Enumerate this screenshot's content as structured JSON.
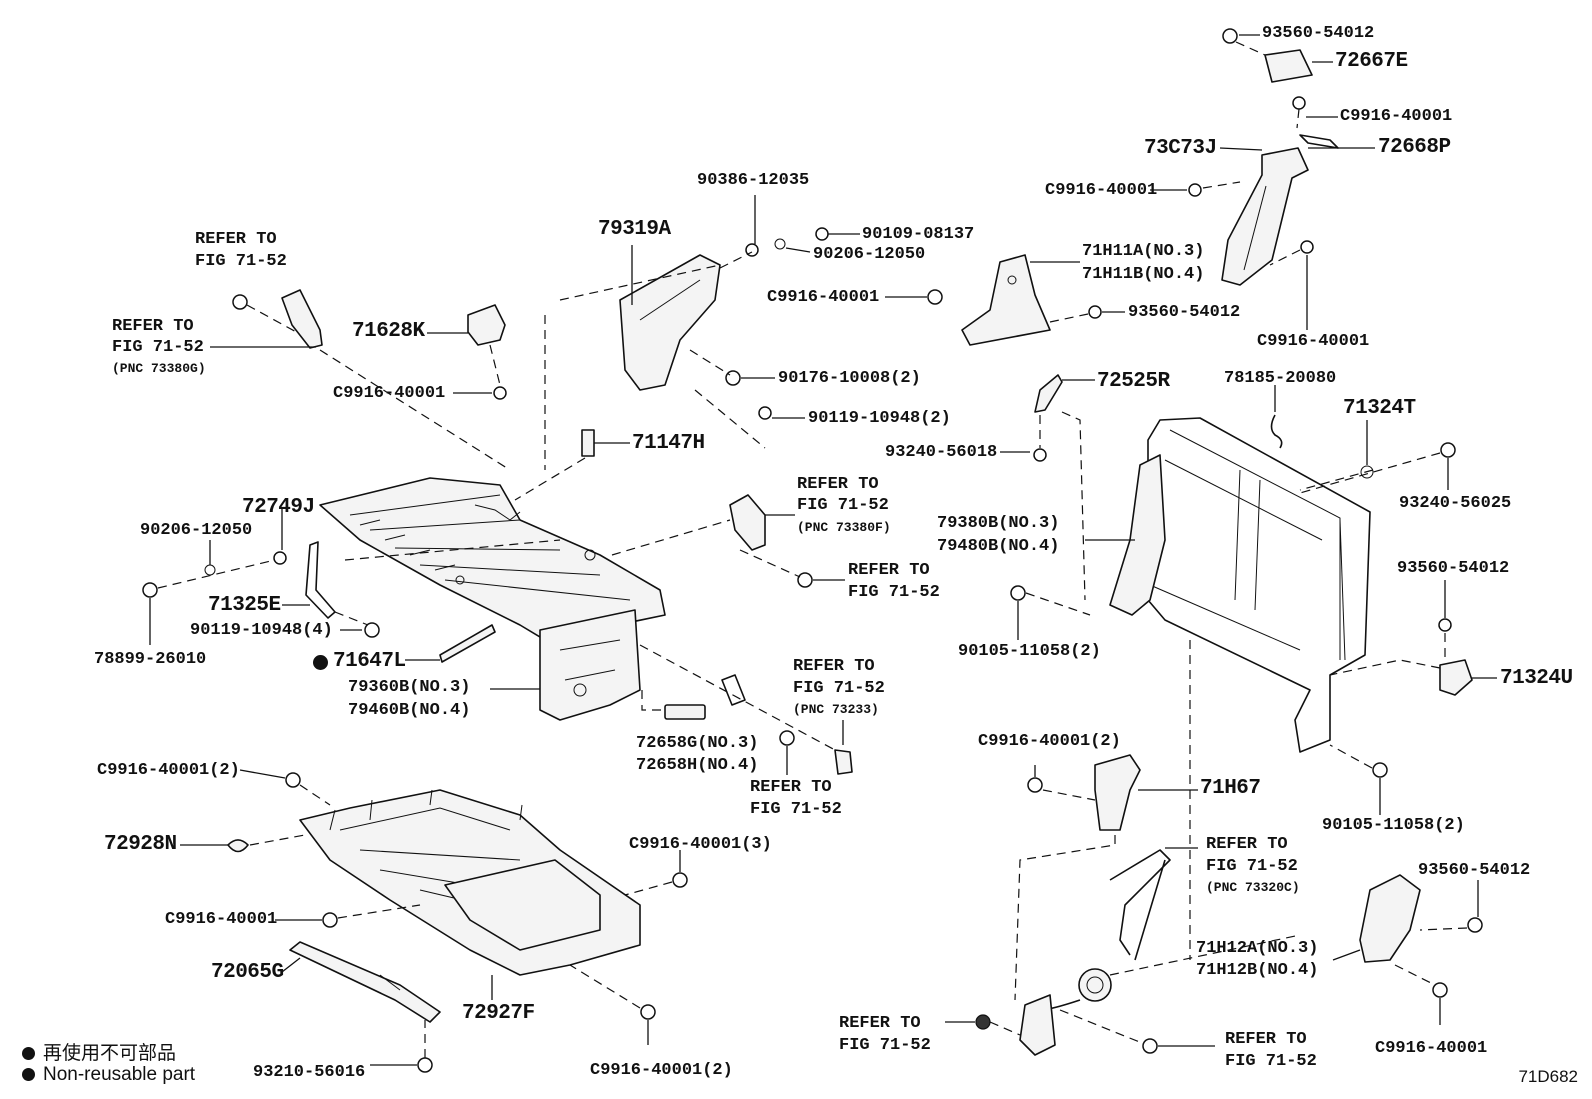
{
  "diagram": {
    "figure_code": "71D682",
    "legend": {
      "line1": "再使用不可部品",
      "line2": "Non-reusable part"
    },
    "parts": [
      {
        "id": "93560-54012-top",
        "text": "93560-54012"
      },
      {
        "id": "72667E",
        "text": "72667E"
      },
      {
        "id": "C9916-40001-a",
        "text": "C9916-40001"
      },
      {
        "id": "73C73J",
        "text": "73C73J"
      },
      {
        "id": "72668P",
        "text": "72668P"
      },
      {
        "id": "C9916-40001-b",
        "text": "C9916-40001"
      },
      {
        "id": "90386-12035",
        "text": "90386-12035"
      },
      {
        "id": "79319A",
        "text": "79319A"
      },
      {
        "id": "90109-08137",
        "text": "90109-08137"
      },
      {
        "id": "90206-12050-a",
        "text": "90206-12050"
      },
      {
        "id": "71H11A",
        "text": "71H11A(NO.3)"
      },
      {
        "id": "71H11B",
        "text": "71H11B(NO.4)"
      },
      {
        "id": "C9916-40001-c",
        "text": "C9916-40001"
      },
      {
        "id": "93560-54012-b",
        "text": "93560-54012"
      },
      {
        "id": "C9916-40001-d",
        "text": "C9916-40001"
      },
      {
        "id": "refer1",
        "text": "REFER TO"
      },
      {
        "id": "refer1b",
        "text": "FIG 71-52"
      },
      {
        "id": "refer2",
        "text": "REFER TO"
      },
      {
        "id": "refer2b",
        "text": "FIG 71-52"
      },
      {
        "id": "pnc73380g",
        "text": "(PNC 73380G)"
      },
      {
        "id": "71628K",
        "text": "71628K"
      },
      {
        "id": "C9916-40001-e",
        "text": "C9916-40001"
      },
      {
        "id": "90176-10008",
        "text": "90176-10008(2)"
      },
      {
        "id": "90119-10948-a",
        "text": "90119-10948(2)"
      },
      {
        "id": "72525R",
        "text": "72525R"
      },
      {
        "id": "78185-20080",
        "text": "78185-20080"
      },
      {
        "id": "71324T",
        "text": "71324T"
      },
      {
        "id": "93240-56018",
        "text": "93240-56018"
      },
      {
        "id": "71147H",
        "text": "71147H"
      },
      {
        "id": "93240-56025",
        "text": "93240-56025"
      },
      {
        "id": "72749J",
        "text": "72749J"
      },
      {
        "id": "90206-12050-b",
        "text": "90206-12050"
      },
      {
        "id": "refer3",
        "text": "REFER TO"
      },
      {
        "id": "refer3b",
        "text": "FIG 71-52"
      },
      {
        "id": "pnc73380f",
        "text": "(PNC 73380F)"
      },
      {
        "id": "79380B",
        "text": "79380B(NO.3)"
      },
      {
        "id": "79480B",
        "text": "79480B(NO.4)"
      },
      {
        "id": "refer4",
        "text": "REFER TO"
      },
      {
        "id": "refer4b",
        "text": "FIG 71-52"
      },
      {
        "id": "93560-54012-c",
        "text": "93560-54012"
      },
      {
        "id": "71325E",
        "text": "71325E"
      },
      {
        "id": "90105-11058-a",
        "text": "90105-11058(2)"
      },
      {
        "id": "78899-26010",
        "text": "78899-26010"
      },
      {
        "id": "90119-10948-b",
        "text": "90119-10948(4)"
      },
      {
        "id": "71647L",
        "text": "71647L"
      },
      {
        "id": "refer5",
        "text": "REFER TO"
      },
      {
        "id": "refer5b",
        "text": "FIG 71-52"
      },
      {
        "id": "pnc73233",
        "text": "(PNC 73233)"
      },
      {
        "id": "71324U",
        "text": "71324U"
      },
      {
        "id": "79360B",
        "text": "79360B(NO.3)"
      },
      {
        "id": "79460B",
        "text": "79460B(NO.4)"
      },
      {
        "id": "72658G",
        "text": "72658G(NO.3)"
      },
      {
        "id": "72658H",
        "text": "72658H(NO.4)"
      },
      {
        "id": "C9916-40001-f",
        "text": "C9916-40001(2)"
      },
      {
        "id": "C9916-40001-g",
        "text": "C9916-40001(2)"
      },
      {
        "id": "refer6",
        "text": "REFER TO"
      },
      {
        "id": "refer6b",
        "text": "FIG 71-52"
      },
      {
        "id": "71H67",
        "text": "71H67"
      },
      {
        "id": "90105-11058-b",
        "text": "90105-11058(2)"
      },
      {
        "id": "72928N",
        "text": "72928N"
      },
      {
        "id": "C9916-40001-h",
        "text": "C9916-40001(3)"
      },
      {
        "id": "refer7",
        "text": "REFER TO"
      },
      {
        "id": "refer7b",
        "text": "FIG 71-52"
      },
      {
        "id": "pnc73320c",
        "text": "(PNC 73320C)"
      },
      {
        "id": "93560-54012-d",
        "text": "93560-54012"
      },
      {
        "id": "C9916-40001-i",
        "text": "C9916-40001"
      },
      {
        "id": "71H12A",
        "text": "71H12A(NO.3)"
      },
      {
        "id": "71H12B",
        "text": "71H12B(NO.4)"
      },
      {
        "id": "72065G",
        "text": "72065G"
      },
      {
        "id": "72927F",
        "text": "72927F"
      },
      {
        "id": "refer8",
        "text": "REFER TO"
      },
      {
        "id": "refer8b",
        "text": "FIG 71-52"
      },
      {
        "id": "refer9",
        "text": "REFER TO"
      },
      {
        "id": "refer9b",
        "text": "FIG 71-52"
      },
      {
        "id": "C9916-40001-j",
        "text": "C9916-40001"
      },
      {
        "id": "93210-56016",
        "text": "93210-56016"
      },
      {
        "id": "C9916-40001-k",
        "text": "C9916-40001(2)"
      }
    ]
  }
}
